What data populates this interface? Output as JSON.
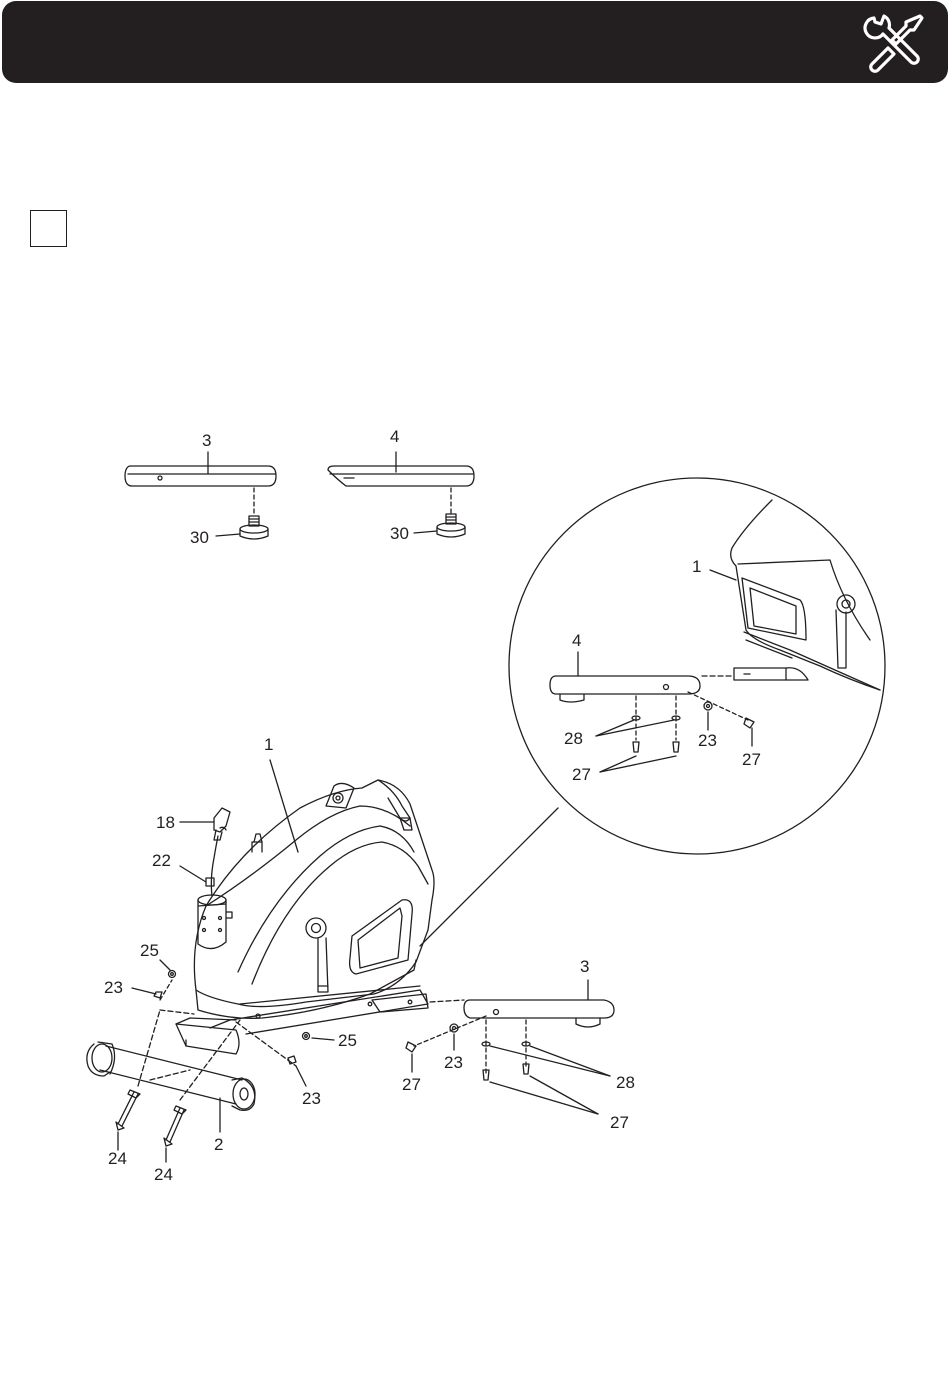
{
  "header": {
    "background_color": "#231f20",
    "icon": "wrench-screwdriver-icon"
  },
  "step": {
    "number": ""
  },
  "callouts": {
    "part_3_top": "3",
    "part_4_top": "4",
    "part_30_left": "30",
    "part_30_right": "30",
    "part_1_zoom": "1",
    "part_4_zoom": "4",
    "part_28_zoom": "28",
    "part_23_zoom": "23",
    "part_27_zoom_right": "27",
    "part_27_zoom_left": "27",
    "part_1_main": "1",
    "part_18": "18",
    "part_22": "22",
    "part_25_left": "25",
    "part_23_left": "23",
    "part_25_right": "25",
    "part_23_bottom": "23",
    "part_2": "2",
    "part_24_left": "24",
    "part_24_right": "24",
    "part_3_right": "3",
    "part_23_right": "23",
    "part_27_screw": "27",
    "part_28_right": "28",
    "part_27_right": "27"
  }
}
